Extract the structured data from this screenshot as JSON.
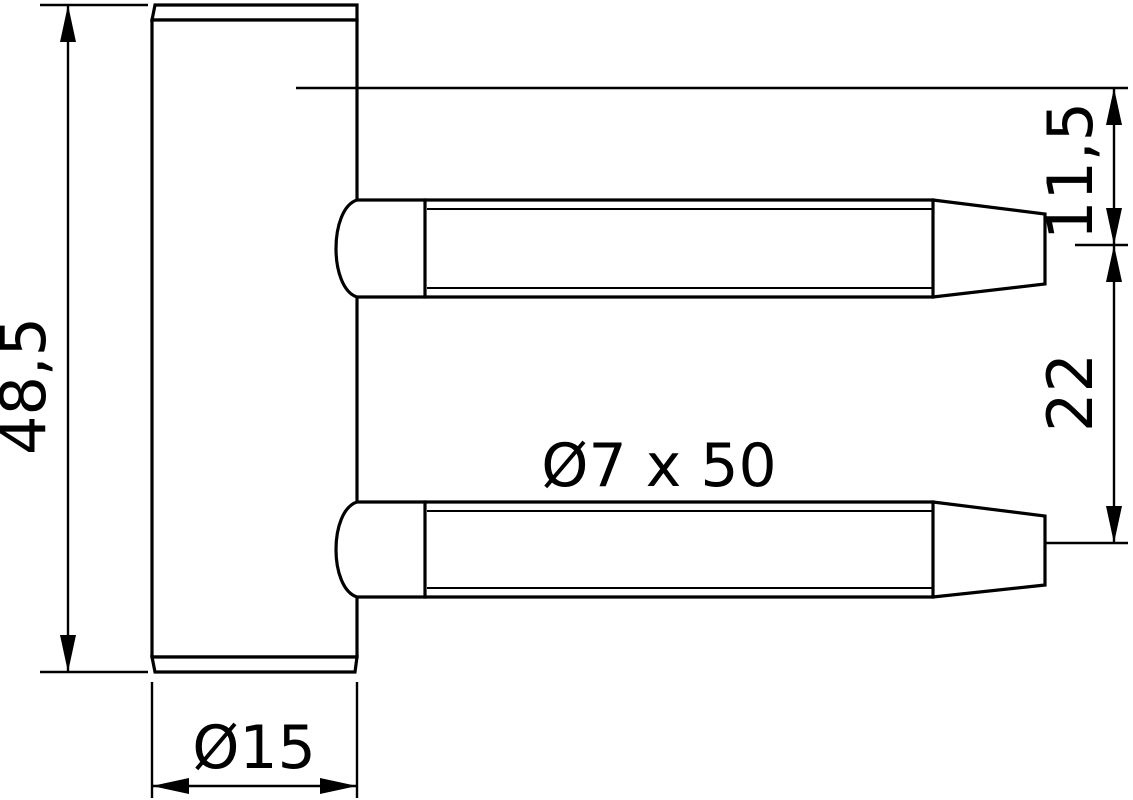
{
  "drawing": {
    "title": "Door hinge pin technical drawing",
    "type": "engineering-dimension-drawing",
    "background_color": "#ffffff",
    "line_color": "#000000",
    "units": "mm",
    "dimensions": {
      "overall_height": "48,5",
      "pin_spec": "Ø7 x 50",
      "plate_diameter": "Ø15",
      "top_offset": "11,5",
      "pin_spacing": "22"
    },
    "annotations": [
      {
        "name": "height-dimension",
        "value": "48,5",
        "orientation": "vertical",
        "position": "left"
      },
      {
        "name": "pin-spec-label",
        "value": "Ø7 x 50",
        "orientation": "horizontal",
        "position": "center"
      },
      {
        "name": "plate-diameter-dimension",
        "value": "Ø15",
        "orientation": "horizontal",
        "position": "bottom"
      },
      {
        "name": "top-offset-dimension",
        "value": "11,5",
        "orientation": "vertical",
        "position": "right-upper"
      },
      {
        "name": "pin-spacing-dimension",
        "value": "22",
        "orientation": "vertical",
        "position": "right-lower"
      }
    ],
    "parts": [
      {
        "name": "mounting-plate",
        "description": "vertical cylindrical body with chamfered ends"
      },
      {
        "name": "upper-pin",
        "description": "threaded pin with rounded root and tapered tip"
      },
      {
        "name": "lower-pin",
        "description": "threaded pin with rounded root and tapered tip"
      }
    ]
  }
}
